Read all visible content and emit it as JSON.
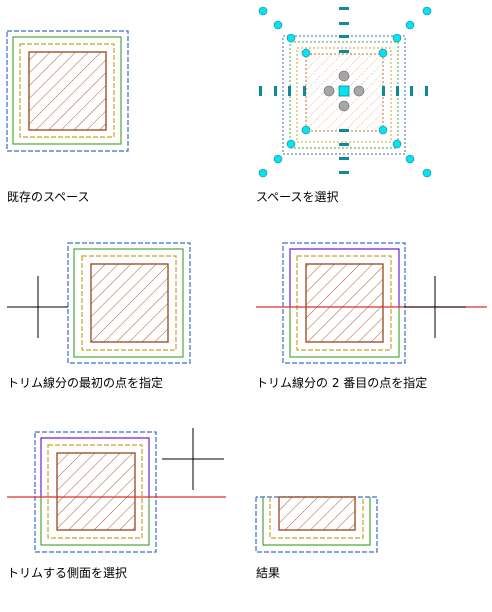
{
  "colors": {
    "blue": "#3a6fc0",
    "green": "#4fa638",
    "yellow": "#c8a42a",
    "brown": "#a0522d",
    "hatch": "#b3592c",
    "purple": "#8a2be2",
    "red": "#d9302f",
    "cursor": "#000000",
    "grip_cyan": "#00e5ef",
    "grip_gray": "#a6a6a6"
  },
  "captions": {
    "existing_space": "既存のスペース",
    "select_space": "スペースを選択",
    "first_trim_point": "トリム線分の最初の点を指定",
    "second_trim_point": "トリム線分の 2 番目の点を指定",
    "select_side": "トリムする側面を選択",
    "result": "結果"
  }
}
